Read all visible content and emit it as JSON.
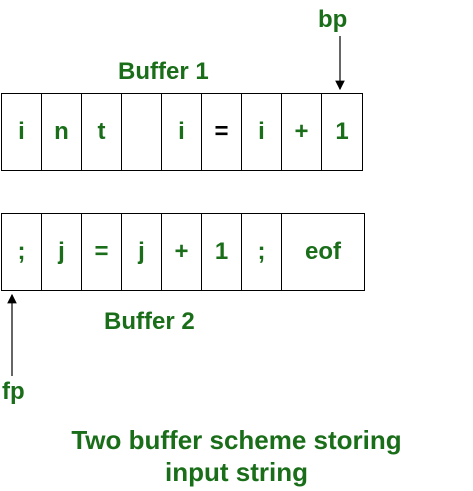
{
  "labels": {
    "bp": "bp",
    "fp": "fp",
    "buffer1": "Buffer 1",
    "buffer2": "Buffer 2"
  },
  "buffer1": [
    "i",
    "n",
    "t",
    "",
    "i",
    "=",
    "i",
    "+",
    "1"
  ],
  "buffer2": [
    ";",
    "j",
    "=",
    "j",
    "+",
    "1",
    ";",
    "eof"
  ],
  "caption": {
    "line1": "Two buffer scheme storing",
    "line2": "input string"
  },
  "colors": {
    "text": "#1a6e1a",
    "border": "#000000"
  }
}
